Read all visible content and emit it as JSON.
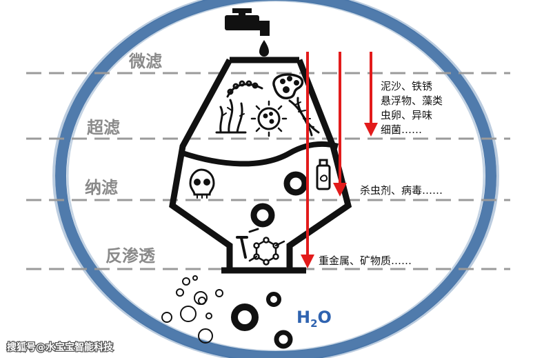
{
  "stages": [
    {
      "label": "微滤"
    },
    {
      "label": "超滤"
    },
    {
      "label": "纳滤"
    },
    {
      "label": "反渗透"
    }
  ],
  "removed": [
    {
      "lines": [
        "泥沙、铁锈",
        "悬浮物、藻类",
        "虫卵、异味",
        "细菌……"
      ]
    },
    {
      "lines": [
        "杀虫剂、病毒……"
      ]
    },
    {
      "lines": [
        "重金属、矿物质……"
      ]
    }
  ],
  "product": {
    "formula_main": "H",
    "formula_sub": "2",
    "formula_tail": "O"
  },
  "watermark": "搜狐号@水宝宝智能科技",
  "colors": {
    "ring": "#3d6da3",
    "dash": "#9a9a9a",
    "arrow": "#e21b1b",
    "label": "#8a8a8a",
    "water": "#2f63b0",
    "ink": "#111111"
  },
  "icons": [
    "water-tap-icon",
    "water-drop-icon",
    "worm-icon",
    "palette-icon",
    "algae-icon",
    "virus-icon",
    "dna-icon",
    "skull-icon",
    "pesticide-spray-icon",
    "nail-icon",
    "molecule-icon",
    "ring-icon",
    "bubble-icon"
  ]
}
